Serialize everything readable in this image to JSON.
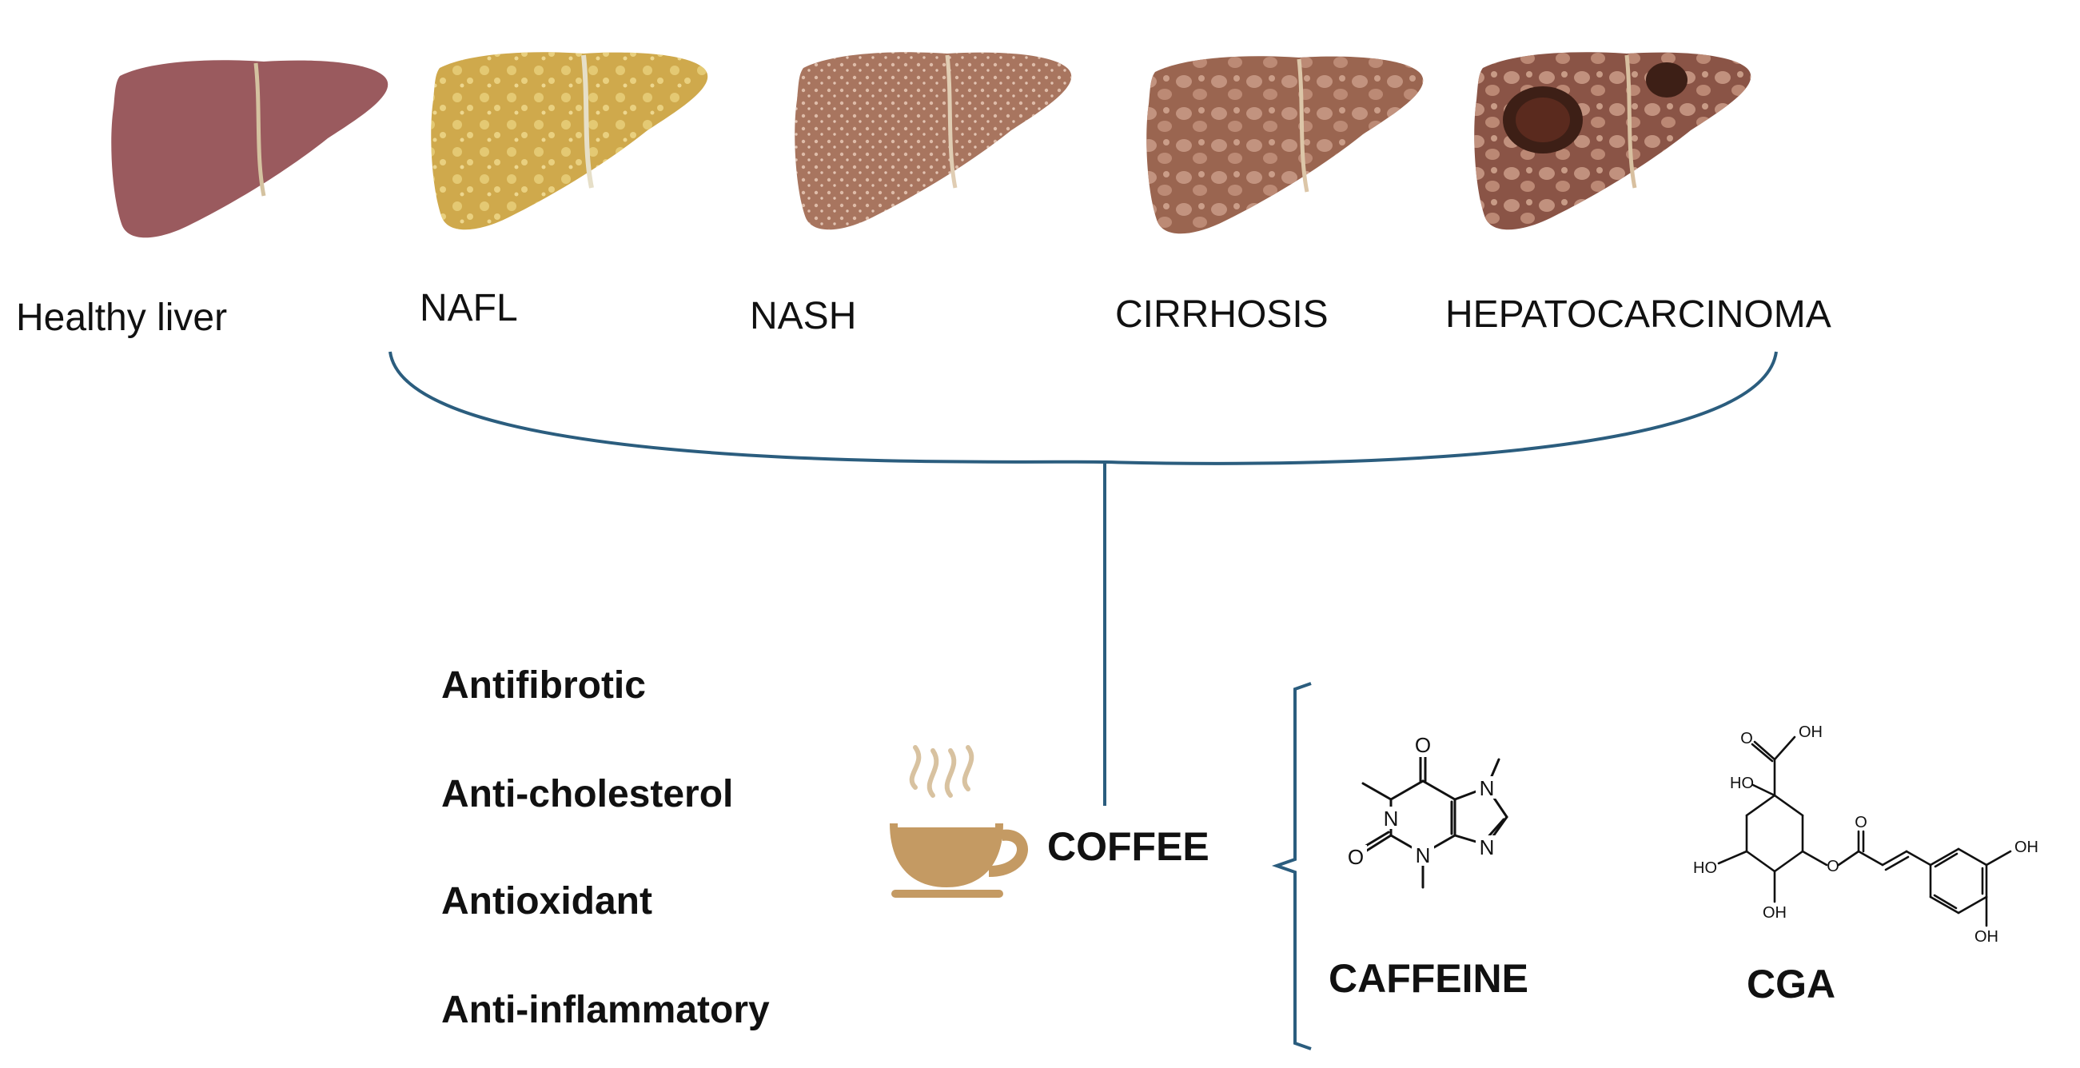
{
  "stages": [
    {
      "label": "Healthy liver"
    },
    {
      "label": "NAFL"
    },
    {
      "label": "NASH"
    },
    {
      "label": "CIRRHOSIS"
    },
    {
      "label": "HEPATOCARCINOMA"
    }
  ],
  "effects": [
    "Antifibrotic",
    "Anti-cholesterol",
    "Antioxidant",
    "Anti-inflammatory"
  ],
  "coffee": {
    "label": "COFFEE"
  },
  "compounds": {
    "caffeine": {
      "name": "CAFFEINE",
      "atoms": {
        "o1": "O",
        "o2": "O",
        "n1": "N",
        "n3": "N",
        "n7": "N",
        "n9": "N"
      }
    },
    "cga": {
      "name": "CGA",
      "atoms": {
        "oh_acid": "OH",
        "o_acid": "O",
        "ho_c1": "HO",
        "ho_c4": "HO",
        "oh_c5": "OH",
        "o_ester": "O",
        "o_carbonyl": "O",
        "oh_ring1": "OH",
        "oh_ring2": "OH"
      }
    }
  },
  "colors": {
    "bracket": "#2b5d7e",
    "healthy": "#9a5a5e",
    "nafl": "#cfa94c",
    "nash": "#a8755f",
    "cirrhosis": "#9a6550",
    "hcc": "#8a5446",
    "cup": "#c49a63"
  }
}
